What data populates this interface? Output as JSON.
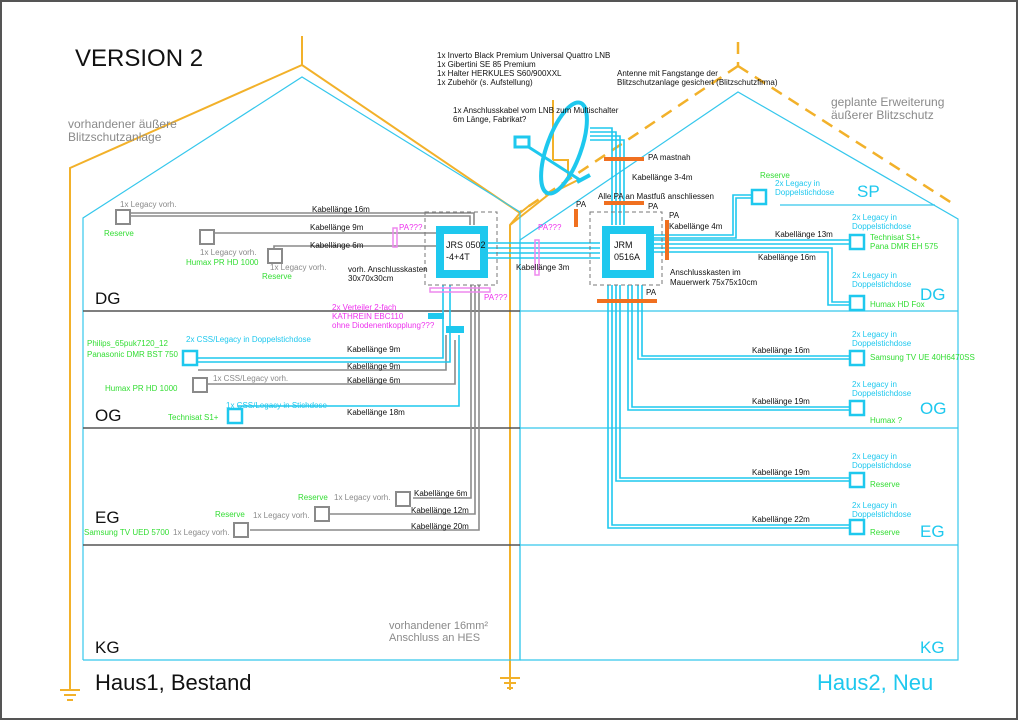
{
  "title": "VERSION 2",
  "houses": {
    "haus1": {
      "label": "Haus1, Bestand",
      "floors": [
        "DG",
        "OG",
        "EG",
        "KG"
      ]
    },
    "haus2": {
      "label": "Haus2, Neu",
      "floors": [
        "SP",
        "DG",
        "OG",
        "EG",
        "KG"
      ]
    }
  },
  "notes": {
    "existing_lightning": [
      "vorhandener äußere",
      "Blitzschutzanlage"
    ],
    "planned_lightning": [
      "geplante Erweiterung",
      "äußerer Blitzschutz"
    ],
    "parts_list": [
      "1x Inverto Black Premium Universal Quattro LNB",
      "1x Gibertini SE 85 Premium",
      "1x Halter HERKULES S60/900XXL",
      "1x Zubehör (s. Aufstellung)"
    ],
    "antenna_protection": [
      "Antenne mit Fangstange der",
      "Blitzschutzanlage gesichert (Blitzschutzfirma)"
    ],
    "lnb_cable": [
      "1x Anschlusskabel vom LNB zum Multischalter",
      "6m Länge, Fabrikat?"
    ],
    "grounding": [
      "vorhandener 16mm²",
      "Anschluss an HES"
    ],
    "pa_all": "Alle PA   an Mastfuß anschliessen",
    "pa_mast": "PA mastnah",
    "pa": "PA",
    "pa_unknown": "PA???",
    "kabel_3_4": "Kabellänge 3-4m",
    "kabel_3": "Kabellänge 3m",
    "box1": [
      "vorh. Anschlusskasten",
      "30x70x30cm"
    ],
    "box2": [
      "Anschlusskasten im",
      "Mauerwerk 75x75x10cm"
    ],
    "splitter": [
      "2x Verteiler 2-fach",
      "KATHREIN EBC110",
      "ohne Diodenentkopplung???"
    ]
  },
  "switches": {
    "jrs": [
      "JRS 0502",
      "-4+4T"
    ],
    "jrm": [
      "JRM",
      "0516A"
    ]
  },
  "haus1_outlets": {
    "dg": [
      {
        "type": "1x Legacy vorh.",
        "device": "Reserve",
        "cable": "Kabellänge 16m"
      },
      {
        "type": "1x Legacy vorh.",
        "device": "Humax PR HD 1000",
        "cable": "Kabellänge 9m"
      },
      {
        "type": "1x Legacy vorh.",
        "device": "Reserve",
        "cable": "Kabellänge 6m"
      }
    ],
    "og": [
      {
        "type": "2x CSS/Legacy in Doppelstichdose",
        "device": [
          "Philips_65puk7120_12",
          "Panasonic DMR BST 750"
        ],
        "cable": [
          "Kabellänge 9m",
          "Kabellänge 9m"
        ]
      },
      {
        "type": "1x CSS/Legacy vorh.",
        "device": "Humax PR HD 1000",
        "cable": "Kabellänge 6m"
      },
      {
        "type": "1x CSS/Legacy in Stichdose",
        "device": "Technisat S1+",
        "cable": "Kabellänge 18m"
      }
    ],
    "eg": [
      {
        "type": "1x Legacy vorh.",
        "device": "Reserve",
        "cable": "Kabellänge 6m"
      },
      {
        "type": "1x Legacy vorh.",
        "device": "Reserve",
        "cable": "Kabellänge 12m"
      },
      {
        "type": "1x Legacy vorh.",
        "device": "Samsung TV UED 5700",
        "cable": "Kabellänge 20m"
      }
    ]
  },
  "haus2_outlets": {
    "sp": [
      {
        "type": [
          "2x Legacy in",
          "Doppelstichdose"
        ],
        "device": [
          "Reserve"
        ],
        "cable": "Kabellänge 4m"
      }
    ],
    "dg": [
      {
        "type": [
          "2x Legacy in",
          "Doppelstichdose"
        ],
        "device": [
          "Technisat S1+",
          "Pana DMR EH 575"
        ],
        "cable": "Kabellänge 13m"
      },
      {
        "type": [
          "2x Legacy in",
          "Doppelstichdose"
        ],
        "device": [
          "Humax HD Fox"
        ],
        "cable": "Kabellänge 16m"
      }
    ],
    "og": [
      {
        "type": [
          "2x Legacy in",
          "Doppelstichdose"
        ],
        "device": [
          "Samsung TV UE 40H6470SS"
        ],
        "cable": "Kabellänge 16m"
      },
      {
        "type": [
          "2x Legacy in",
          "Doppelstichdose"
        ],
        "device": [
          "Humax ?"
        ],
        "cable": "Kabellänge 19m"
      }
    ],
    "eg": [
      {
        "type": [
          "2x Legacy in",
          "Doppelstichdose"
        ],
        "device": [
          "Reserve"
        ],
        "cable": "Kabellänge 19m"
      },
      {
        "type": [
          "2x Legacy in",
          "Doppelstichdose"
        ],
        "device": [
          "Reserve"
        ],
        "cable": "Kabellänge 22m"
      }
    ]
  },
  "colors": {
    "lightning": "#f2b12a",
    "new_cable": "#1ec8ee",
    "existing_cable": "#8a8a8a",
    "device": "#33dd33",
    "question": "#ee33ee",
    "pa_bar": "#f07020"
  }
}
